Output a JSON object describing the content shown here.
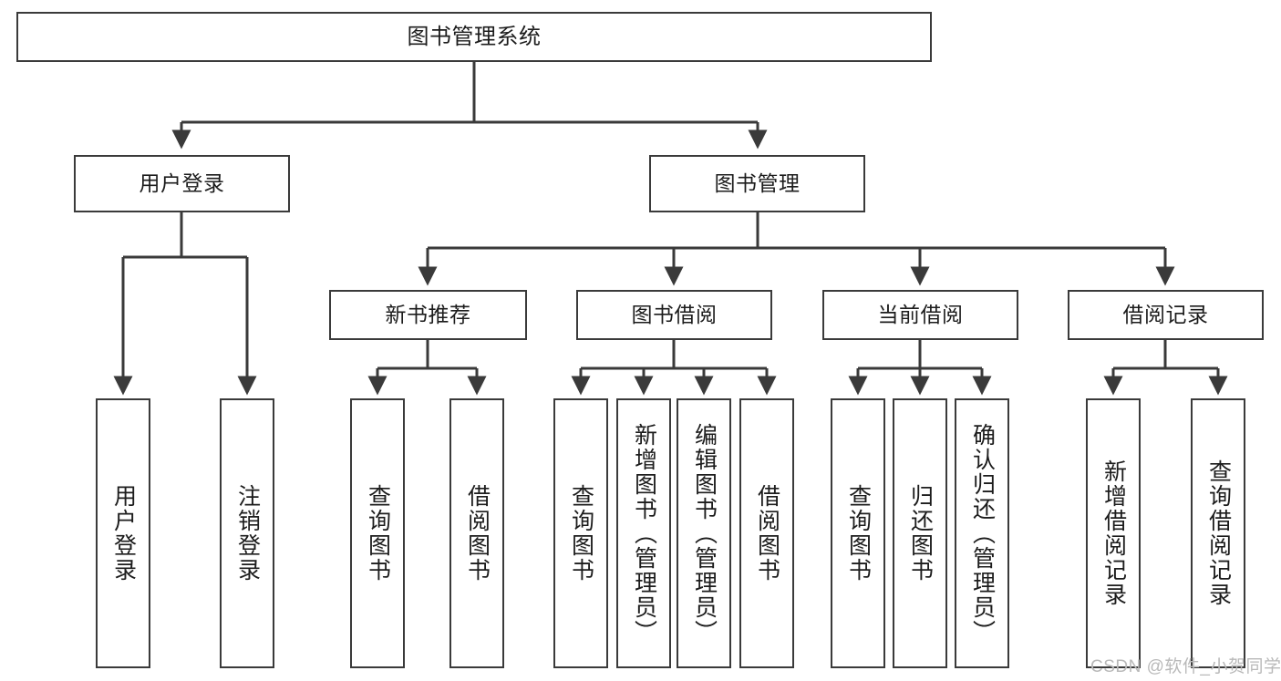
{
  "diagram": {
    "title": "图书管理系统",
    "type": "tree-hierarchy-diagram",
    "orientation": "top-down",
    "colors": {
      "stroke": "#3a3a3a",
      "edge": "#3a3a3a",
      "background": "#ffffff",
      "text": "#1c1c1c",
      "watermark": "#b9b9b9"
    },
    "nodes": {
      "root": {
        "label": "图书管理系统"
      },
      "level2": [
        {
          "id": "user-login",
          "label": "用户登录"
        },
        {
          "id": "book-management",
          "label": "图书管理"
        }
      ],
      "level3": [
        {
          "id": "new-book-recommend",
          "label": "新书推荐"
        },
        {
          "id": "book-borrow",
          "label": "图书借阅"
        },
        {
          "id": "current-borrow",
          "label": "当前借阅"
        },
        {
          "id": "borrow-record",
          "label": "借阅记录"
        }
      ],
      "leaves": {
        "user_login": [
          {
            "id": "leaf-user-login",
            "label": "用户登录"
          },
          {
            "id": "leaf-logout-login",
            "label": "注销登录"
          }
        ],
        "new_book_recommend": [
          {
            "id": "leaf-query-book-1",
            "label": "查询图书"
          },
          {
            "id": "leaf-borrow-book-1",
            "label": "借阅图书"
          }
        ],
        "book_borrow": [
          {
            "id": "leaf-query-book-2",
            "label": "查询图书"
          },
          {
            "id": "leaf-add-book-admin",
            "label": "新增图书（管理员）"
          },
          {
            "id": "leaf-edit-book-admin",
            "label": "编辑图书（管理员）"
          },
          {
            "id": "leaf-borrow-book-2",
            "label": "借阅图书"
          }
        ],
        "current_borrow": [
          {
            "id": "leaf-query-book-3",
            "label": "查询图书"
          },
          {
            "id": "leaf-return-book",
            "label": "归还图书"
          },
          {
            "id": "leaf-confirm-return-admin",
            "label": "确认归还（管理员）"
          }
        ],
        "borrow_record": [
          {
            "id": "leaf-add-borrow-record",
            "label": "新增借阅记录"
          },
          {
            "id": "leaf-query-borrow-record",
            "label": "查询借阅记录"
          }
        ]
      }
    },
    "watermark": "CSDN @软件_小贺同学"
  }
}
